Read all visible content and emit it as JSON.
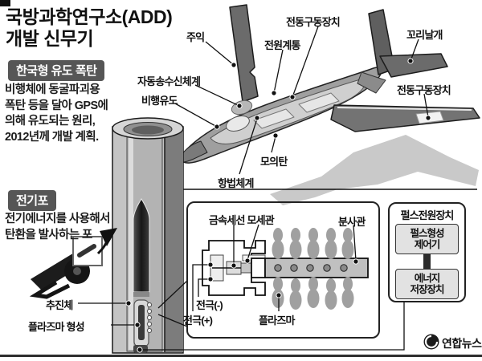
{
  "header": {
    "title": "국방과학연구소(ADD)\n개발 신무기"
  },
  "guided_bomb": {
    "badge": "한국형 유도 폭탄",
    "desc": "비행체에 동굴파괴용\n폭탄 등을 달아 GPS에\n의해 유도되는 원리,\n2012년께 개발 계획."
  },
  "electric_gun": {
    "badge": "전기포",
    "desc": "전기에너지를 사용해서\n탄환을 발사하는 포"
  },
  "aircraft_labels": {
    "main_wing": "주익",
    "electric_drive_top": "전동구동장치",
    "power_system": "전원계통",
    "tail_wing": "꼬리날개",
    "electric_drive_wing": "전동구동장치",
    "auto_transceiver": "자동송수신체계",
    "flight_guidance": "비행유도",
    "mock_bomb": "모의탄",
    "navigation": "항법체계"
  },
  "gun_labels": {
    "propellant": "추진체",
    "plasma_formation": "플라즈마 형성"
  },
  "detail_labels": {
    "metal_wire_capillary": "금속세선 모세관",
    "injection_tube": "분사관",
    "electrode_minus": "전극(-)",
    "electrode_plus": "전극(+)",
    "plasma": "플라즈마"
  },
  "pulse_unit": {
    "title": "펄스전원장치",
    "controller": "펄스형성\n제어기",
    "storage": "에너지\n저장장치"
  },
  "credit": {
    "agency": "연합뉴스"
  },
  "colors": {
    "badge_bg": "#565656",
    "line": "#111111",
    "panel_fill": "#e2e2e2",
    "dark_metal": "#6b6b6b",
    "shadow_gray": "#c9c9c9"
  }
}
